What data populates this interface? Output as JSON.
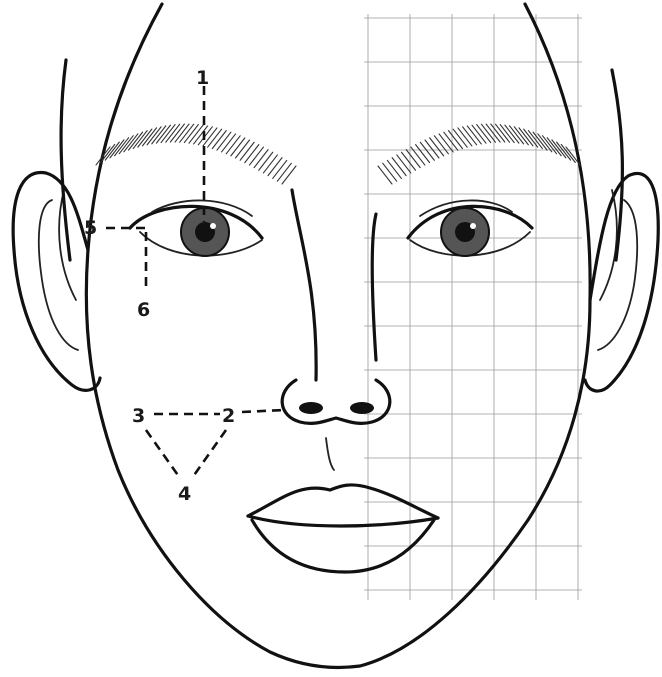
{
  "labels": {
    "p1": "1",
    "p2": "2",
    "p3": "3",
    "p4": "4",
    "p5": "5",
    "p6": "6"
  },
  "colors": {
    "line": "#111111",
    "grid": "#9a9a9a",
    "background": "#ffffff"
  }
}
